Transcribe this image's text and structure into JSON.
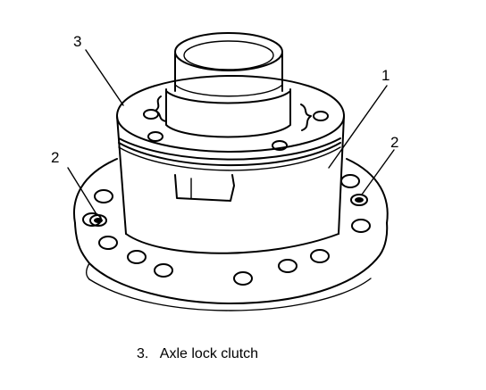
{
  "callouts": {
    "part_1": "1",
    "part_2_left": "2",
    "part_2_right": "2",
    "part_3": "3"
  },
  "caption": {
    "number": "3.",
    "text": "Axle lock clutch"
  },
  "colors": {
    "ink": "#000000",
    "background": "#ffffff"
  }
}
